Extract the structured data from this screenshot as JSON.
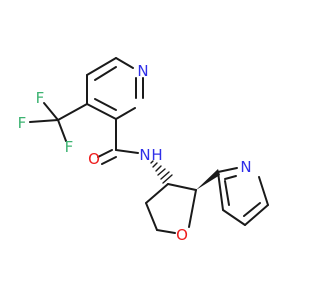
{
  "molecule": {
    "colors": {
      "bond": "#1a1a1a",
      "nitrogen": "#2f2fe8",
      "oxygen": "#ee1c1c",
      "fluorine": "#3cb371",
      "carbon": "#1a1a1a"
    },
    "labels": {
      "n_pyridine_top": "N",
      "amide_o": "O",
      "amide_nh": "N",
      "amide_h": "H",
      "f1": "F",
      "f2": "F",
      "f3": "F",
      "n_pyridine_right": "N",
      "ring_o": "O"
    }
  }
}
